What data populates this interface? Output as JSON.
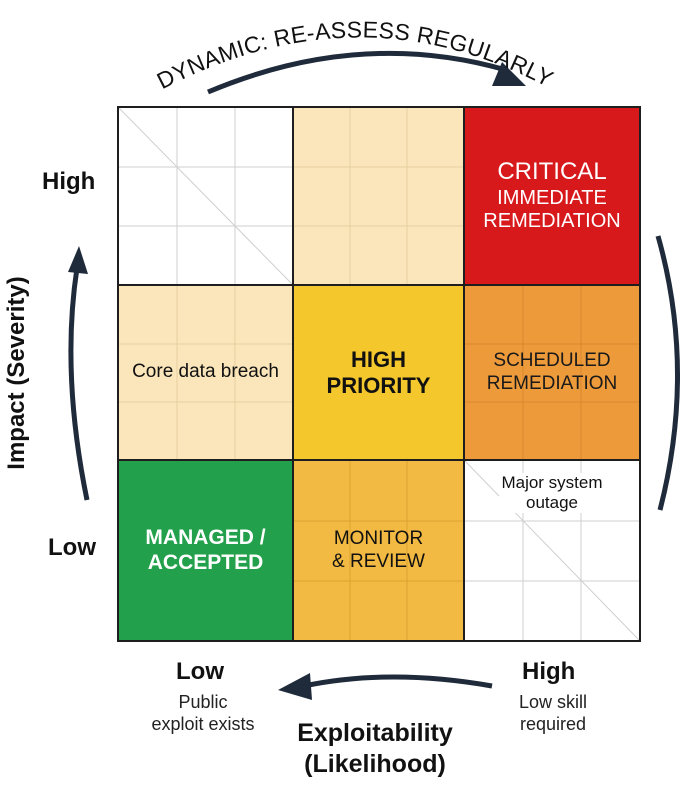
{
  "top_arrow_label": "DYNAMIC: RE-ASSESS REGULARLY",
  "y_axis": {
    "title": "Impact (Severity)",
    "high": "High",
    "low": "Low"
  },
  "x_axis": {
    "title_line1": "Exploitability",
    "title_line2": "(Likelihood)",
    "low": "Low",
    "low_sub1": "Public",
    "low_sub2": "exploit exists",
    "high": "High",
    "high_sub1": "Low skill",
    "high_sub2": "required"
  },
  "cells": {
    "critical_title": "CRITICAL",
    "critical_sub1": "IMMEDIATE",
    "critical_sub2": "REMEDIATION",
    "core_breach": "Core data breach",
    "high_priority_1": "HIGH",
    "high_priority_2": "PRIORITY",
    "scheduled_1": "SCHEDULED",
    "scheduled_2": "REMEDIATION",
    "managed_1": "MANAGED /",
    "managed_2": "ACCEPTED",
    "monitor_1": "MONITOR",
    "monitor_2": "& REVIEW",
    "major_outage_1": "Major system",
    "major_outage_2": "outage"
  },
  "colors": {
    "critical": "#d7191c",
    "scheduled": "#ec9a3a",
    "high_priority": "#f4c72c",
    "monitor": "#f2ba42",
    "managed": "#22a04b",
    "pale": "#fbe6bc",
    "white": "#ffffff",
    "outline": "#1e1e1e",
    "arrow": "#1f2a3a"
  }
}
